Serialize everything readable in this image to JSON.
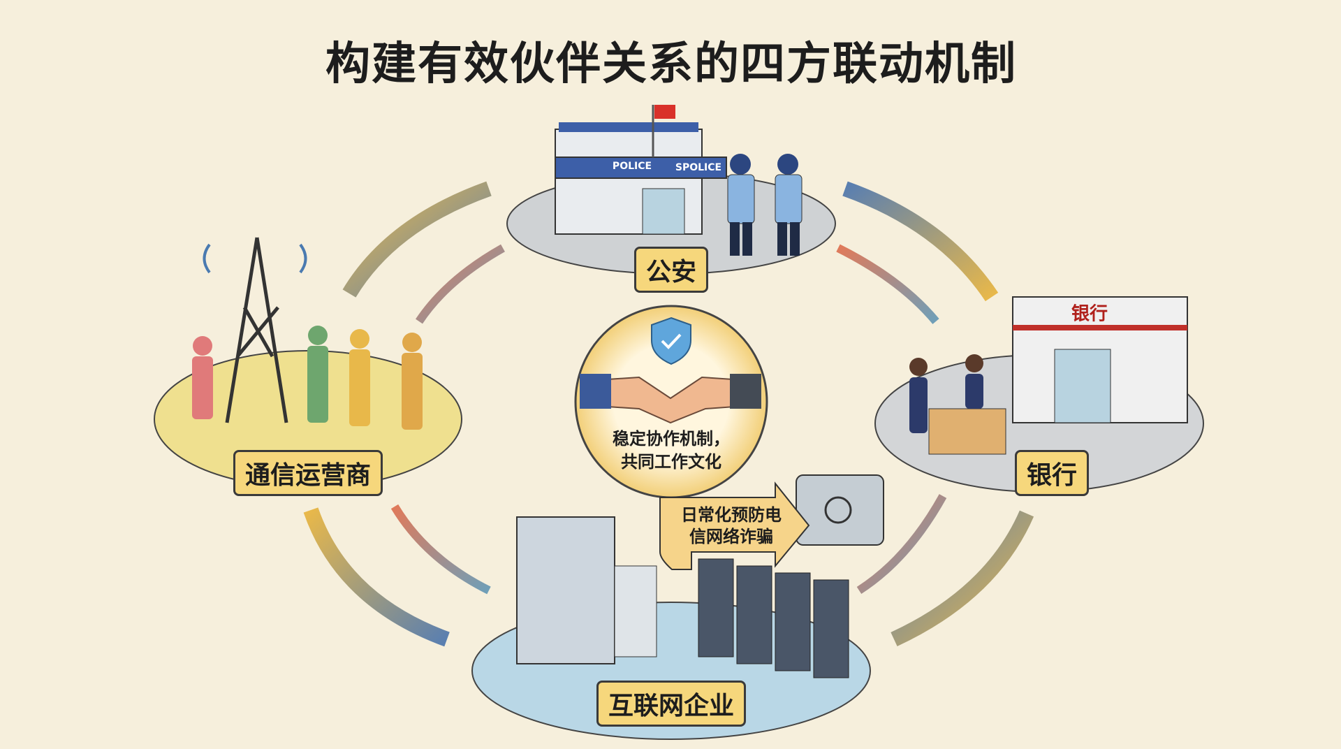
{
  "title": "构建有效伙伴关系的四方联动机制",
  "nodes": {
    "police": {
      "label": "公安",
      "sign_left": "POLICE",
      "sign_right": "SPOLICE"
    },
    "telecom": {
      "label": "通信运营商"
    },
    "bank": {
      "label": "银行",
      "sign": "银行"
    },
    "internet": {
      "label": "互联网企业"
    }
  },
  "center": {
    "line1": "稳定协作机制，",
    "line2": "共同工作文化"
  },
  "prevention_arrow": {
    "line1": "日常化预防电",
    "line2": "信网络诈骗"
  },
  "colors": {
    "background": "#f6efdc",
    "label_fill": "#f6d77c",
    "police_blue": "#3d5fa8",
    "bank_red": "#c0302a"
  }
}
